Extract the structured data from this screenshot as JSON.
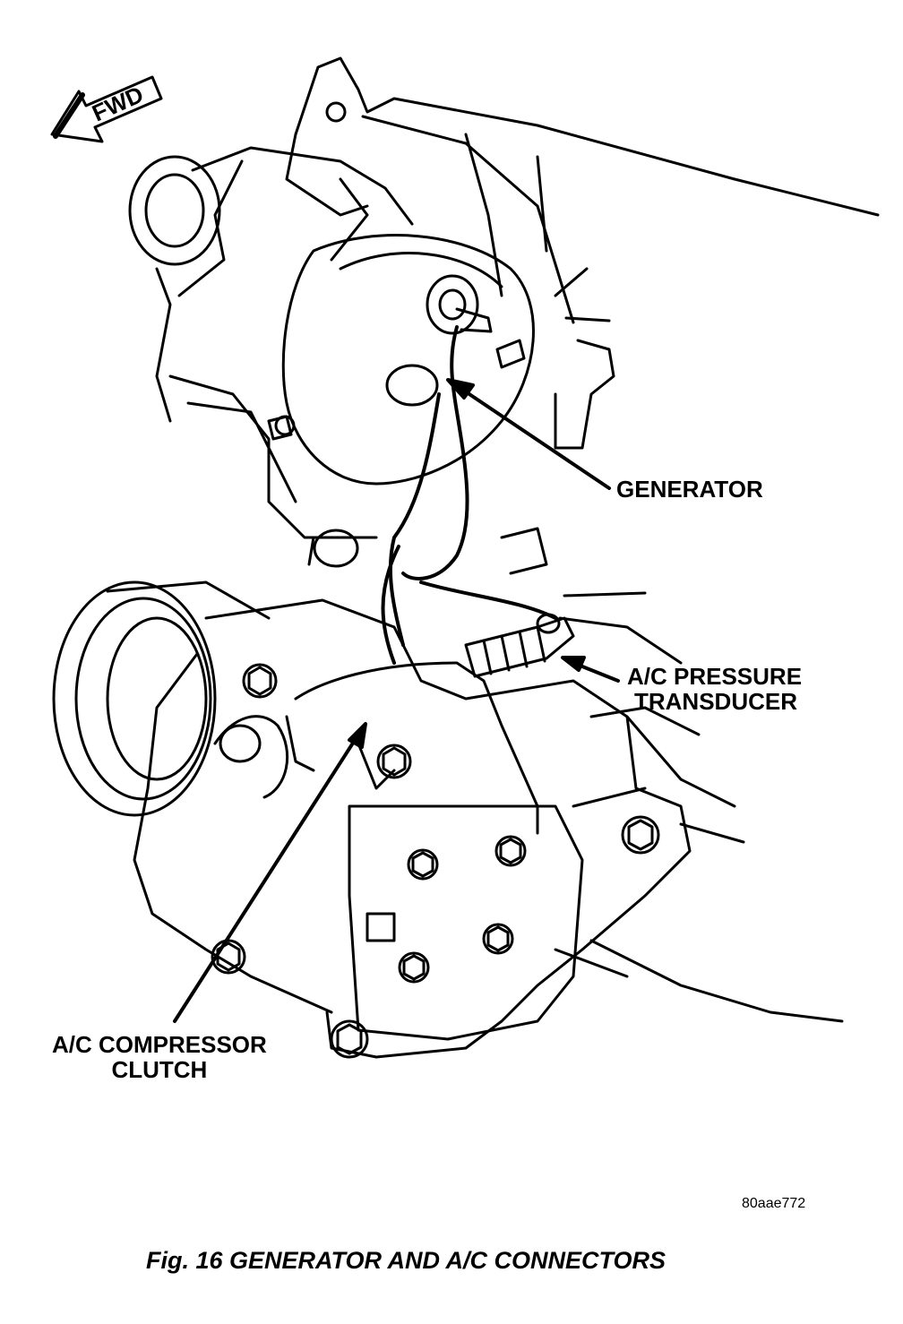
{
  "figure": {
    "caption": "Fig. 16 GENERATOR AND A/C CONNECTORS",
    "code": "80aae772"
  },
  "callouts": {
    "generator": "GENERATOR",
    "ac_pressure_transducer_line1": "A/C PRESSURE",
    "ac_pressure_transducer_line2": "TRANSDUCER",
    "ac_compressor_clutch_line1": "A/C COMPRESSOR",
    "ac_compressor_clutch_line2": "CLUTCH"
  },
  "direction_arrow": {
    "label": "FWD"
  },
  "colors": {
    "ink": "#000000",
    "paper": "#ffffff"
  }
}
